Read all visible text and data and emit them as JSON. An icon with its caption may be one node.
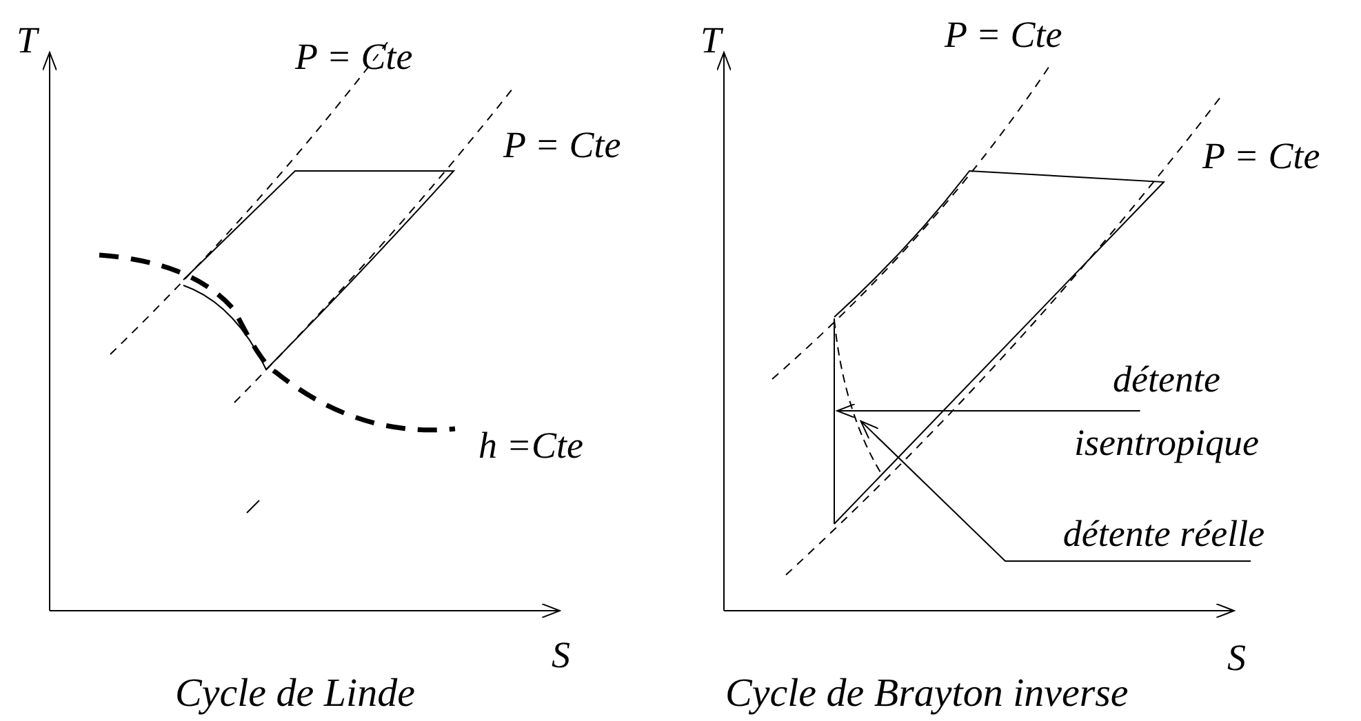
{
  "diagram": {
    "nodes": [
      {
        "text": [
          "détente isentropique"
        ]
      },
      {
        "text": [
          "détente réelle"
        ]
      },
      {
        "text": [],
        "shape": "line"
      },
      {
        "text": [],
        "shape": "line"
      }
    ],
    "edges": [
      {
        "from": 0,
        "to": 2,
        "arrow": "to"
      },
      {
        "from": 1,
        "to": 3,
        "arrow": "to"
      }
    ],
    "labels": [
      "T",
      "P = Cte",
      "P = Cte",
      "h =Cte",
      "S",
      "Cycle de Linde",
      "T",
      "P = Cte",
      "P = Cte",
      "S",
      "Cycle de Brayton inverse"
    ]
  }
}
